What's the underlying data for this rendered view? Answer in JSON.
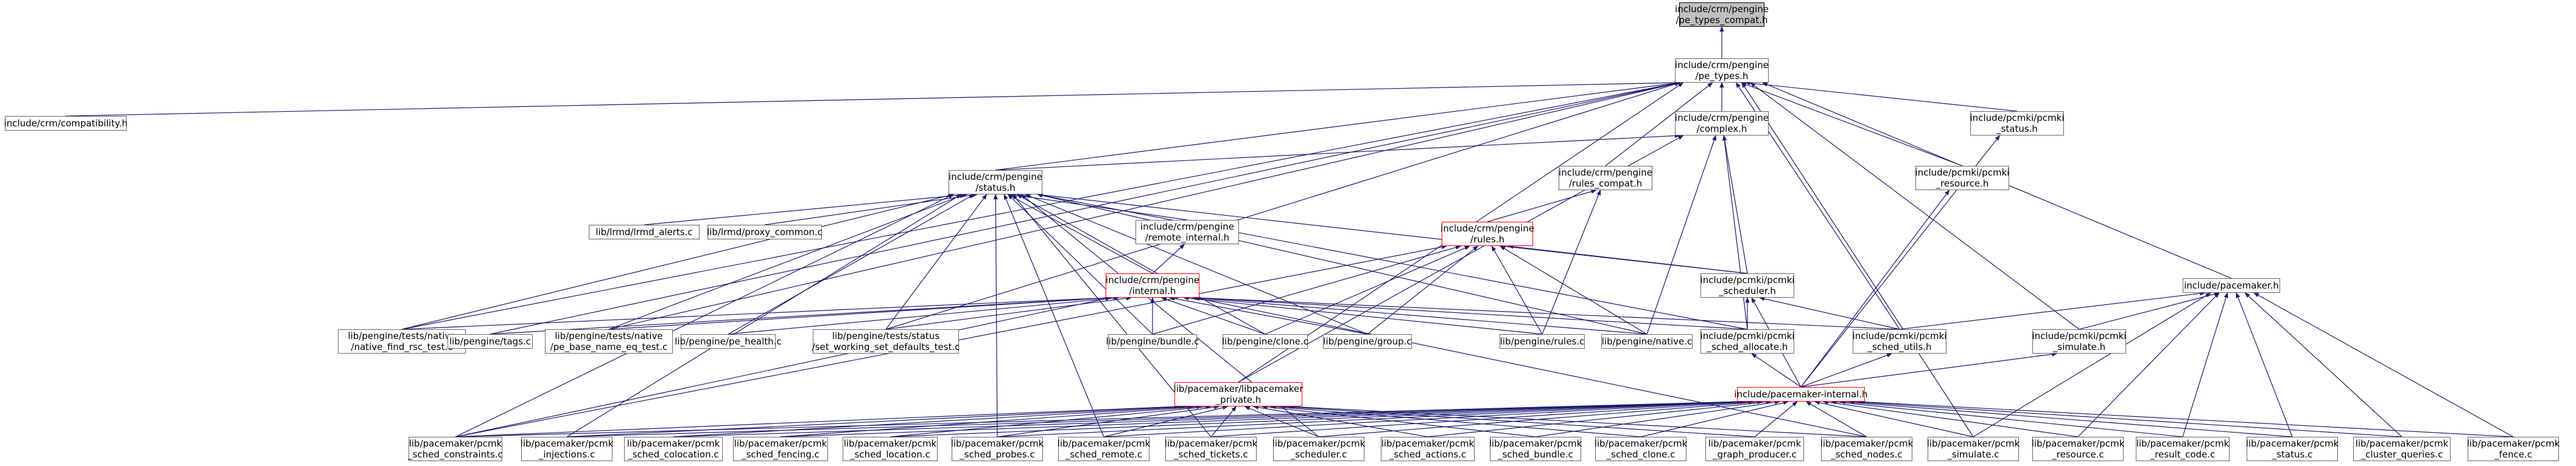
{
  "diagram": {
    "edge_color": "#191970",
    "truncated_edge_color": "#ff0000",
    "nodes": [
      {
        "id": "types_compat",
        "label": "include/crm/pengine\n/pe_types_compat.h",
        "style": "current"
      },
      {
        "id": "pe_types",
        "label": "include/crm/pengine\n/pe_types.h",
        "style": "normal"
      },
      {
        "id": "compatibility",
        "label": "include/crm/compatibility.h",
        "style": "normal"
      },
      {
        "id": "complex",
        "label": "include/crm/pengine\n/complex.h",
        "style": "normal"
      },
      {
        "id": "pcmki_status",
        "label": "include/pcmki/pcmki\n_status.h",
        "style": "normal"
      },
      {
        "id": "pengine_status",
        "label": "include/crm/pengine\n/status.h",
        "style": "normal"
      },
      {
        "id": "rules_compat",
        "label": "include/crm/pengine\n/rules_compat.h",
        "style": "normal"
      },
      {
        "id": "pcmki_resource",
        "label": "include/pcmki/pcmki\n_resource.h",
        "style": "normal"
      },
      {
        "id": "fimd_alerts",
        "label": "lib/lrmd/lrmd_alerts.c",
        "style": "normal"
      },
      {
        "id": "proxy_common",
        "label": "lib/lrmd/proxy_common.c",
        "style": "normal"
      },
      {
        "id": "remote_internal",
        "label": "include/crm/pengine\n/remote_internal.h",
        "style": "normal"
      },
      {
        "id": "rules_h",
        "label": "include/crm/pengine\n/rules.h",
        "style": "truncated"
      },
      {
        "id": "pcmki_scheduler",
        "label": "include/pcmki/pcmki\n_scheduler.h",
        "style": "normal"
      },
      {
        "id": "pacemaker_h",
        "label": "include/pacemaker.h",
        "style": "normal"
      },
      {
        "id": "pengine_internal",
        "label": "include/crm/pengine\n/internal.h",
        "style": "truncated"
      },
      {
        "id": "native_find_rsc",
        "label": "lib/pengine/tests/native\n/native_find_rsc_test.c",
        "style": "normal"
      },
      {
        "id": "tags_c",
        "label": "lib/pengine/tags.c",
        "style": "normal"
      },
      {
        "id": "pe_base_name",
        "label": "lib/pengine/tests/native\n/pe_base_name_eq_test.c",
        "style": "normal"
      },
      {
        "id": "pe_health",
        "label": "lib/pengine/pe_health.c",
        "style": "normal"
      },
      {
        "id": "set_working",
        "label": "lib/pengine/tests/status\n/set_working_set_defaults_test.c",
        "style": "normal"
      },
      {
        "id": "bundle_c",
        "label": "lib/pengine/bundle.c",
        "style": "normal"
      },
      {
        "id": "clone_c",
        "label": "lib/pengine/clone.c",
        "style": "normal"
      },
      {
        "id": "group_c",
        "label": "lib/pengine/group.c",
        "style": "normal"
      },
      {
        "id": "rules_c",
        "label": "lib/pengine/rules.c",
        "style": "normal"
      },
      {
        "id": "native_c",
        "label": "lib/pengine/native.c",
        "style": "normal"
      },
      {
        "id": "sched_allocate_h",
        "label": "include/pcmki/pcmki\n_sched_allocate.h",
        "style": "normal"
      },
      {
        "id": "sched_utils_h",
        "label": "include/pcmki/pcmki\n_sched_utils.h",
        "style": "normal"
      },
      {
        "id": "simulate_h",
        "label": "include/pcmki/pcmki\n_simulate.h",
        "style": "normal"
      },
      {
        "id": "libpacemaker_private",
        "label": "lib/pacemaker/libpacemaker\n_private.h",
        "style": "truncated"
      },
      {
        "id": "pacemaker_internal",
        "label": "include/pacemaker-internal.h",
        "style": "truncated"
      },
      {
        "id": "sched_constraints",
        "label": "lib/pacemaker/pcmk\n_sched_constraints.c",
        "style": "normal"
      },
      {
        "id": "injections",
        "label": "lib/pacemaker/pcmk\n_injections.c",
        "style": "normal"
      },
      {
        "id": "sched_colocation",
        "label": "lib/pacemaker/pcmk\n_sched_colocation.c",
        "style": "normal"
      },
      {
        "id": "sched_fencing",
        "label": "lib/pacemaker/pcmk\n_sched_fencing.c",
        "style": "normal"
      },
      {
        "id": "sched_location",
        "label": "lib/pacemaker/pcmk\n_sched_location.c",
        "style": "normal"
      },
      {
        "id": "sched_probes",
        "label": "lib/pacemaker/pcmk\n_sched_probes.c",
        "style": "normal"
      },
      {
        "id": "sched_remote",
        "label": "lib/pacemaker/pcmk\n_sched_remote.c",
        "style": "normal"
      },
      {
        "id": "sched_tickets",
        "label": "lib/pacemaker/pcmk\n_sched_tickets.c",
        "style": "normal"
      },
      {
        "id": "scheduler_c",
        "label": "lib/pacemaker/pcmk\n_scheduler.c",
        "style": "normal"
      },
      {
        "id": "sched_actions",
        "label": "lib/pacemaker/pcmk\n_sched_actions.c",
        "style": "normal"
      },
      {
        "id": "sched_bundle",
        "label": "lib/pacemaker/pcmk\n_sched_bundle.c",
        "style": "normal"
      },
      {
        "id": "sched_clone",
        "label": "lib/pacemaker/pcmk\n_sched_clone.c",
        "style": "normal"
      },
      {
        "id": "graph_producer",
        "label": "lib/pacemaker/pcmk\n_graph_producer.c",
        "style": "normal"
      },
      {
        "id": "sched_nodes",
        "label": "lib/pacemaker/pcmk\n_sched_nodes.c",
        "style": "normal"
      },
      {
        "id": "simulate_c",
        "label": "lib/pacemaker/pcmk\n_simulate.c",
        "style": "normal"
      },
      {
        "id": "resource_c",
        "label": "lib/pacemaker/pcmk\n_resource.c",
        "style": "normal"
      },
      {
        "id": "result_code",
        "label": "lib/pacemaker/pcmk\n_result_code.c",
        "style": "normal"
      },
      {
        "id": "status_c",
        "label": "lib/pacemaker/pcmk\n_status.c",
        "style": "normal"
      },
      {
        "id": "cluster_queries",
        "label": "lib/pacemaker/pcmk\n_cluster_queries.c",
        "style": "normal"
      },
      {
        "id": "fence_c",
        "label": "lib/pacemaker/pcmk\n_fence.c",
        "style": "normal"
      }
    ],
    "edges": [
      [
        "pe_types",
        "types_compat"
      ],
      [
        "compatibility",
        "pe_types"
      ],
      [
        "complex",
        "pe_types"
      ],
      [
        "pcmki_status",
        "pe_types"
      ],
      [
        "pcmki_resource",
        "pe_types"
      ],
      [
        "rules_compat",
        "pe_types"
      ],
      [
        "pengine_status",
        "pe_types"
      ],
      [
        "pacemaker_h",
        "pe_types"
      ],
      [
        "native_find_rsc",
        "pe_types"
      ],
      [
        "tags_c",
        "pe_types"
      ],
      [
        "pe_base_name",
        "pe_types"
      ],
      [
        "set_working",
        "pe_types"
      ],
      [
        "sched_utils_h",
        "pe_types"
      ],
      [
        "simulate_h",
        "pe_types"
      ],
      [
        "libpacemaker_private",
        "pe_types"
      ],
      [
        "simulate_c",
        "pe_types"
      ],
      [
        "pengine_status",
        "complex"
      ],
      [
        "pcmki_scheduler",
        "complex"
      ],
      [
        "sched_allocate_h",
        "complex"
      ],
      [
        "native_c",
        "complex"
      ],
      [
        "libpacemaker_private",
        "complex"
      ],
      [
        "pacemaker_internal",
        "pcmki_status"
      ],
      [
        "pacemaker_internal",
        "pcmki_resource"
      ],
      [
        "rules_h",
        "rules_compat"
      ],
      [
        "rules_c",
        "rules_compat"
      ],
      [
        "fimd_alerts",
        "pengine_status"
      ],
      [
        "proxy_common",
        "pengine_status"
      ],
      [
        "remote_internal",
        "pengine_status"
      ],
      [
        "pengine_internal",
        "pengine_status"
      ],
      [
        "pcmki_scheduler",
        "pengine_status"
      ],
      [
        "native_find_rsc",
        "pengine_status"
      ],
      [
        "pe_base_name",
        "pengine_status"
      ],
      [
        "set_working",
        "pengine_status"
      ],
      [
        "pe_health",
        "pengine_status"
      ],
      [
        "bundle_c",
        "pengine_status"
      ],
      [
        "clone_c",
        "pengine_status"
      ],
      [
        "group_c",
        "pengine_status"
      ],
      [
        "native_c",
        "pengine_status"
      ],
      [
        "sched_allocate_h",
        "pengine_status"
      ],
      [
        "sched_constraints",
        "pengine_status"
      ],
      [
        "injections",
        "pengine_status"
      ],
      [
        "sched_probes",
        "pengine_status"
      ],
      [
        "sched_remote",
        "pengine_status"
      ],
      [
        "sched_tickets",
        "pengine_status"
      ],
      [
        "scheduler_c",
        "pengine_status"
      ],
      [
        "pengine_internal",
        "remote_internal"
      ],
      [
        "pcmki_scheduler",
        "rules_h"
      ],
      [
        "bundle_c",
        "rules_h"
      ],
      [
        "clone_c",
        "rules_h"
      ],
      [
        "group_c",
        "rules_h"
      ],
      [
        "rules_c",
        "rules_h"
      ],
      [
        "native_c",
        "rules_h"
      ],
      [
        "sched_constraints",
        "rules_h"
      ],
      [
        "sched_allocate_h",
        "pcmki_scheduler"
      ],
      [
        "sched_utils_h",
        "pcmki_scheduler"
      ],
      [
        "pacemaker_internal",
        "pcmki_scheduler"
      ],
      [
        "sched_utils_h",
        "pacemaker_h"
      ],
      [
        "simulate_h",
        "pacemaker_h"
      ],
      [
        "simulate_c",
        "pacemaker_h"
      ],
      [
        "resource_c",
        "pacemaker_h"
      ],
      [
        "result_code",
        "pacemaker_h"
      ],
      [
        "status_c",
        "pacemaker_h"
      ],
      [
        "cluster_queries",
        "pacemaker_h"
      ],
      [
        "fence_c",
        "pacemaker_h"
      ],
      [
        "native_find_rsc",
        "pengine_internal"
      ],
      [
        "tags_c",
        "pengine_internal"
      ],
      [
        "pe_base_name",
        "pengine_internal"
      ],
      [
        "pe_health",
        "pengine_internal"
      ],
      [
        "set_working",
        "pengine_internal"
      ],
      [
        "bundle_c",
        "pengine_internal"
      ],
      [
        "clone_c",
        "pengine_internal"
      ],
      [
        "group_c",
        "pengine_internal"
      ],
      [
        "rules_c",
        "pengine_internal"
      ],
      [
        "native_c",
        "pengine_internal"
      ],
      [
        "sched_allocate_h",
        "pengine_internal"
      ],
      [
        "sched_utils_h",
        "pengine_internal"
      ],
      [
        "sched_constraints",
        "pengine_internal"
      ],
      [
        "sched_nodes",
        "pengine_internal"
      ],
      [
        "pacemaker_internal",
        "sched_allocate_h"
      ],
      [
        "pacemaker_internal",
        "sched_utils_h"
      ],
      [
        "pacemaker_internal",
        "simulate_h"
      ],
      [
        "sched_constraints",
        "libpacemaker_private"
      ],
      [
        "injections",
        "libpacemaker_private"
      ],
      [
        "sched_colocation",
        "libpacemaker_private"
      ],
      [
        "sched_fencing",
        "libpacemaker_private"
      ],
      [
        "sched_location",
        "libpacemaker_private"
      ],
      [
        "sched_probes",
        "libpacemaker_private"
      ],
      [
        "sched_remote",
        "libpacemaker_private"
      ],
      [
        "sched_tickets",
        "libpacemaker_private"
      ],
      [
        "scheduler_c",
        "libpacemaker_private"
      ],
      [
        "sched_actions",
        "libpacemaker_private"
      ],
      [
        "sched_bundle",
        "libpacemaker_private"
      ],
      [
        "sched_clone",
        "libpacemaker_private"
      ],
      [
        "graph_producer",
        "libpacemaker_private"
      ],
      [
        "sched_nodes",
        "libpacemaker_private"
      ],
      [
        "sched_constraints",
        "pacemaker_internal"
      ],
      [
        "injections",
        "pacemaker_internal"
      ],
      [
        "sched_colocation",
        "pacemaker_internal"
      ],
      [
        "sched_fencing",
        "pacemaker_internal"
      ],
      [
        "sched_location",
        "pacemaker_internal"
      ],
      [
        "sched_probes",
        "pacemaker_internal"
      ],
      [
        "sched_remote",
        "pacemaker_internal"
      ],
      [
        "sched_tickets",
        "pacemaker_internal"
      ],
      [
        "scheduler_c",
        "pacemaker_internal"
      ],
      [
        "sched_actions",
        "pacemaker_internal"
      ],
      [
        "sched_bundle",
        "pacemaker_internal"
      ],
      [
        "sched_clone",
        "pacemaker_internal"
      ],
      [
        "graph_producer",
        "pacemaker_internal"
      ],
      [
        "sched_nodes",
        "pacemaker_internal"
      ],
      [
        "simulate_c",
        "pacemaker_internal"
      ],
      [
        "resource_c",
        "pacemaker_internal"
      ],
      [
        "result_code",
        "pacemaker_internal"
      ],
      [
        "status_c",
        "pacemaker_internal"
      ],
      [
        "cluster_queries",
        "pacemaker_internal"
      ],
      [
        "fence_c",
        "pacemaker_internal"
      ]
    ]
  }
}
